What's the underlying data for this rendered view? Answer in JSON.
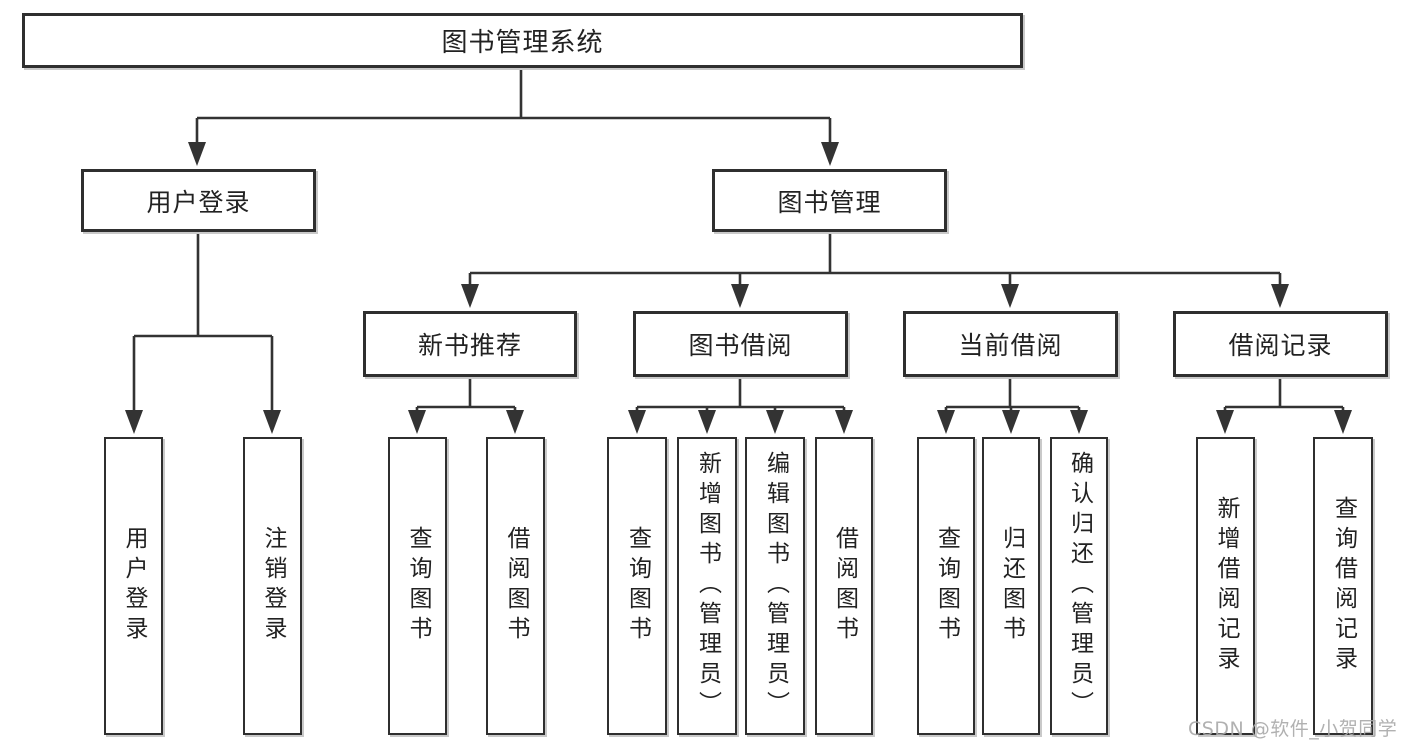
{
  "colors": {
    "line": "#333333",
    "box_border": "#2f2f2f",
    "text": "#222222",
    "watermark": "#a9a9a9",
    "background": "#ffffff"
  },
  "watermark": {
    "text": "CSDN @软件_小贺同学"
  },
  "tree": {
    "root": {
      "label": "图书管理系统",
      "children": [
        {
          "label": "用户登录",
          "children": [
            {
              "label": "用户登录"
            },
            {
              "label": "注销登录"
            }
          ]
        },
        {
          "label": "图书管理",
          "children": [
            {
              "label": "新书推荐",
              "children": [
                {
                  "label": "查询图书"
                },
                {
                  "label": "借阅图书"
                }
              ]
            },
            {
              "label": "图书借阅",
              "children": [
                {
                  "label": "查询图书"
                },
                {
                  "label": "新增图书（管理员）"
                },
                {
                  "label": "编辑图书（管理员）"
                },
                {
                  "label": "借阅图书"
                }
              ]
            },
            {
              "label": "当前借阅",
              "children": [
                {
                  "label": "查询图书"
                },
                {
                  "label": "归还图书"
                },
                {
                  "label": "确认归还（管理员）"
                }
              ]
            },
            {
              "label": "借阅记录",
              "children": [
                {
                  "label": "新增借阅记录"
                },
                {
                  "label": "查询借阅记录"
                }
              ]
            }
          ]
        }
      ]
    }
  }
}
